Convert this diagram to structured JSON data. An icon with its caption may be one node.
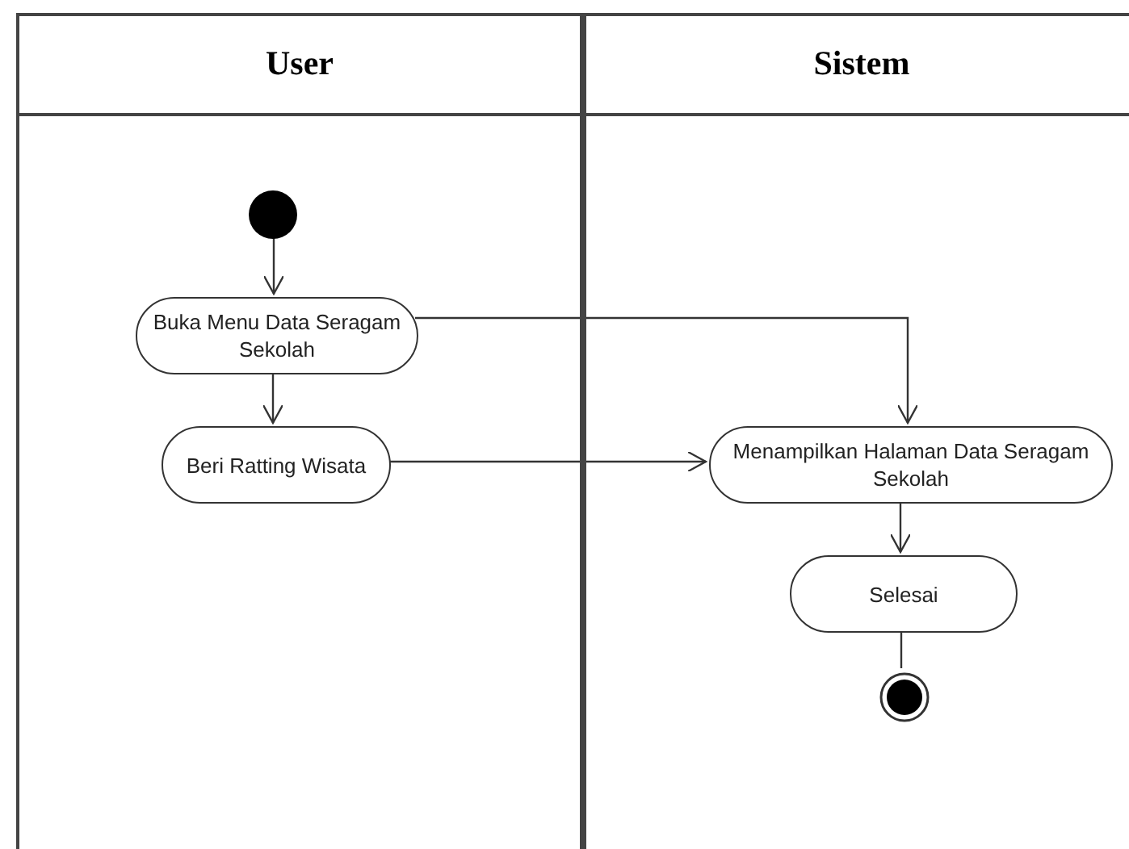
{
  "diagram": {
    "nodes": [
      {
        "text": [
          "User"
        ]
      },
      {
        "text": [
          "Sistem"
        ]
      },
      {
        "text": [],
        "shape": "circle",
        "in": 0
      },
      {
        "text": [
          "Buka Menu Data Seragam Sekolah"
        ],
        "in": 0
      },
      {
        "text": [
          "Beri Ratting Wisata"
        ],
        "in": 0
      },
      {
        "text": [
          "Menampilkan Halaman Data Seragam Sekolah"
        ],
        "in": 1
      },
      {
        "text": [
          "Selesai"
        ],
        "in": 1
      },
      {
        "text": [],
        "shape": "circle",
        "in": 1
      }
    ],
    "edges": [
      {
        "from": 2,
        "to": 3,
        "arrow": "to"
      },
      {
        "from": 3,
        "to": 4,
        "arrow": "to"
      },
      {
        "from": 3,
        "to": 5,
        "arrow": "to"
      },
      {
        "from": 4,
        "to": 5,
        "arrow": "to"
      },
      {
        "from": 5,
        "to": 6,
        "arrow": "to"
      },
      {
        "from": 6,
        "to": 7,
        "arrow": "none"
      }
    ]
  }
}
